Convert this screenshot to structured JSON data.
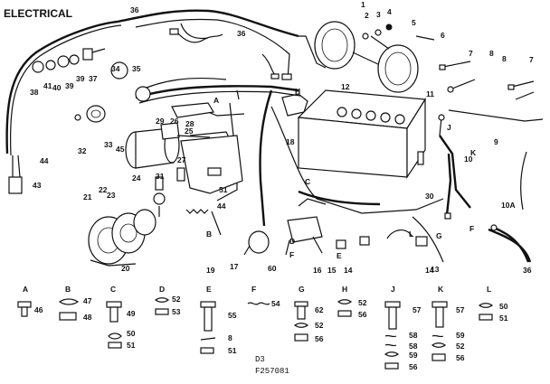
{
  "title": "ELECTRICAL",
  "footer": {
    "code": "D3",
    "part_number": "F257081"
  },
  "callouts": [
    {
      "id": "c1",
      "text": "1"
    },
    {
      "id": "c2",
      "text": "2"
    },
    {
      "id": "c3",
      "text": "3"
    },
    {
      "id": "c4",
      "text": "4"
    },
    {
      "id": "c5",
      "text": "5"
    },
    {
      "id": "c6",
      "text": "6"
    },
    {
      "id": "c7a",
      "text": "7"
    },
    {
      "id": "c7b",
      "text": "7"
    },
    {
      "id": "c8a",
      "text": "8"
    },
    {
      "id": "c8b",
      "text": "8"
    },
    {
      "id": "c9",
      "text": "9"
    },
    {
      "id": "c10",
      "text": "10"
    },
    {
      "id": "c10a",
      "text": "10A"
    },
    {
      "id": "c11",
      "text": "11"
    },
    {
      "id": "c12",
      "text": "12"
    },
    {
      "id": "c13",
      "text": "13"
    },
    {
      "id": "c14a",
      "text": "14"
    },
    {
      "id": "c14b",
      "text": "14"
    },
    {
      "id": "c15",
      "text": "15"
    },
    {
      "id": "c16",
      "text": "16"
    },
    {
      "id": "c17",
      "text": "17"
    },
    {
      "id": "c18",
      "text": "18"
    },
    {
      "id": "c19",
      "text": "19"
    },
    {
      "id": "c20",
      "text": "20"
    },
    {
      "id": "c21",
      "text": "21"
    },
    {
      "id": "c22",
      "text": "22"
    },
    {
      "id": "c23",
      "text": "23"
    },
    {
      "id": "c24",
      "text": "24"
    },
    {
      "id": "c25",
      "text": "25"
    },
    {
      "id": "c26",
      "text": "26"
    },
    {
      "id": "c27",
      "text": "27"
    },
    {
      "id": "c28",
      "text": "28"
    },
    {
      "id": "c29",
      "text": "29"
    },
    {
      "id": "c30",
      "text": "30"
    },
    {
      "id": "c31",
      "text": "31"
    },
    {
      "id": "c32",
      "text": "32"
    },
    {
      "id": "c33",
      "text": "33"
    },
    {
      "id": "c34",
      "text": "34"
    },
    {
      "id": "c35",
      "text": "35"
    },
    {
      "id": "c36a",
      "text": "36"
    },
    {
      "id": "c36b",
      "text": "36"
    },
    {
      "id": "c36c",
      "text": "36"
    },
    {
      "id": "c37",
      "text": "37"
    },
    {
      "id": "c38",
      "text": "38"
    },
    {
      "id": "c39a",
      "text": "39"
    },
    {
      "id": "c39b",
      "text": "39"
    },
    {
      "id": "c40",
      "text": "40"
    },
    {
      "id": "c41",
      "text": "41"
    },
    {
      "id": "c43",
      "text": "43"
    },
    {
      "id": "c44a",
      "text": "44"
    },
    {
      "id": "c44b",
      "text": "44"
    },
    {
      "id": "c45",
      "text": "45"
    },
    {
      "id": "c51",
      "text": "51"
    },
    {
      "id": "c60",
      "text": "60"
    },
    {
      "id": "lA",
      "text": "A"
    },
    {
      "id": "lB",
      "text": "B"
    },
    {
      "id": "lC",
      "text": "C"
    },
    {
      "id": "lD",
      "text": "D"
    },
    {
      "id": "lE",
      "text": "E"
    },
    {
      "id": "lF1",
      "text": "F"
    },
    {
      "id": "lF2",
      "text": "F"
    },
    {
      "id": "lG",
      "text": "G"
    },
    {
      "id": "lH",
      "text": "H"
    },
    {
      "id": "lJ",
      "text": "J"
    },
    {
      "id": "lK",
      "text": "K"
    },
    {
      "id": "lL",
      "text": "L"
    }
  ],
  "kits": [
    {
      "letter": "A",
      "parts": [
        "46"
      ]
    },
    {
      "letter": "B",
      "parts": [
        "47",
        "48"
      ]
    },
    {
      "letter": "C",
      "parts": [
        "49",
        "50",
        "51"
      ]
    },
    {
      "letter": "D",
      "parts": [
        "52",
        "53"
      ]
    },
    {
      "letter": "E",
      "parts": [
        "55",
        "8",
        "51"
      ]
    },
    {
      "letter": "F",
      "parts": [
        "54"
      ]
    },
    {
      "letter": "G",
      "parts": [
        "62",
        "52",
        "56"
      ]
    },
    {
      "letter": "H",
      "parts": [
        "52",
        "56"
      ]
    },
    {
      "letter": "J",
      "parts": [
        "57",
        "58",
        "58",
        "59",
        "56"
      ]
    },
    {
      "letter": "K",
      "parts": [
        "57",
        "59",
        "52",
        "56"
      ]
    },
    {
      "letter": "L",
      "parts": [
        "50",
        "51"
      ]
    }
  ]
}
